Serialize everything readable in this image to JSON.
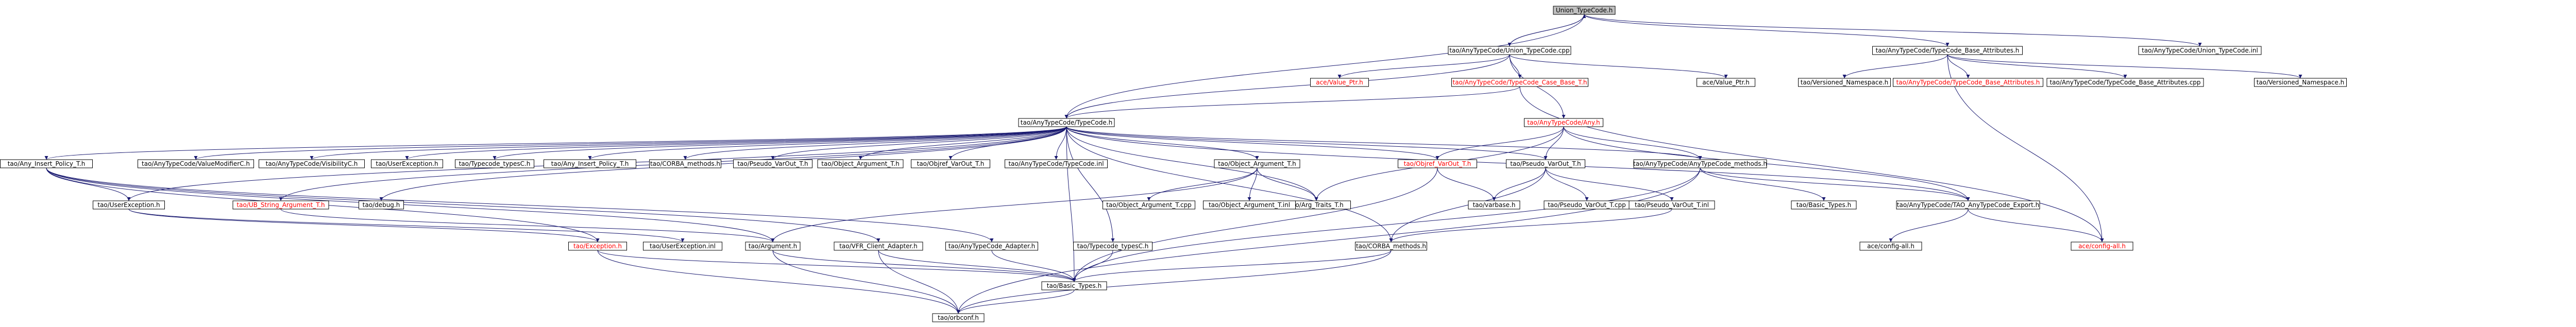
{
  "graph": {
    "edge_color": "#191970",
    "root_fill": "#bfbfbf",
    "missing_node_text_color": "#ff0000",
    "nodes": [
      {
        "id": "root",
        "label": "Union_TypeCode.h",
        "root": true
      },
      {
        "id": "utc_cpp",
        "label": "tao/AnyTypeCode/Union_TypeCode.cpp"
      },
      {
        "id": "base_attr_h",
        "label": "tao/AnyTypeCode/TypeCode_Base_Attributes.h"
      },
      {
        "id": "utc_inl",
        "label": "tao/AnyTypeCode/Union_TypeCode.inl"
      },
      {
        "id": "ace_valueptr_h",
        "label": "ace/Value_Ptr.h",
        "missing": true
      },
      {
        "id": "case_base_t_h",
        "label": "tao/AnyTypeCode/TypeCode_Case_Base_T.h",
        "missing": true
      },
      {
        "id": "ace_valueptr_h2",
        "label": "ace/Value_Ptr.h"
      },
      {
        "id": "vns_h1",
        "label": "tao/Versioned_Namespace.h"
      },
      {
        "id": "base_attr_h2",
        "label": "tao/AnyTypeCode/TypeCode_Base_Attributes.h",
        "missing": true
      },
      {
        "id": "base_attr_cpp",
        "label": "tao/AnyTypeCode/TypeCode_Base_Attributes.cpp"
      },
      {
        "id": "vns_h2",
        "label": "tao/Versioned_Namespace.h"
      },
      {
        "id": "typecode_h",
        "label": "tao/AnyTypeCode/TypeCode.h"
      },
      {
        "id": "any_h",
        "label": "tao/AnyTypeCode/Any.h",
        "missing": true
      },
      {
        "id": "any_insert_policy_h1",
        "label": "tao/Any_Insert_Policy_T.h"
      },
      {
        "id": "valuemodifierc_h",
        "label": "tao/AnyTypeCode/ValueModifierC.h"
      },
      {
        "id": "visibilityc_h",
        "label": "tao/AnyTypeCode/VisibilityC.h"
      },
      {
        "id": "userexc_h1",
        "label": "tao/UserException.h"
      },
      {
        "id": "typecode_typesc_h",
        "label": "tao/Typecode_typesC.h"
      },
      {
        "id": "any_insert_policy_h2",
        "label": "tao/Any_Insert_Policy_T.h"
      },
      {
        "id": "corba_methods_h1",
        "label": "tao/CORBA_methods.h"
      },
      {
        "id": "pseudo_varout_h1",
        "label": "tao/Pseudo_VarOut_T.h"
      },
      {
        "id": "object_argument_h",
        "label": "tao/Object_Argument_T.h"
      },
      {
        "id": "objref_varout_h1",
        "label": "tao/Objref_VarOut_T.h"
      },
      {
        "id": "typecode_inl",
        "label": "tao/AnyTypeCode/TypeCode.inl"
      },
      {
        "id": "object_argument_h2",
        "label": "tao/Object_Argument_T.h"
      },
      {
        "id": "objref_varout_h2",
        "label": "tao/Objref_VarOut_T.h",
        "missing": true
      },
      {
        "id": "pseudo_varout_h2",
        "label": "tao/Pseudo_VarOut_T.h"
      },
      {
        "id": "anytypecode_methods_h",
        "label": "tao/AnyTypeCode/AnyTypeCode_methods.h"
      },
      {
        "id": "userexc_h2",
        "label": "tao/UserException.h"
      },
      {
        "id": "ub_string_arg_h",
        "label": "tao/UB_String_Argument_T.h",
        "missing": true
      },
      {
        "id": "debug_h",
        "label": "tao/debug.h"
      },
      {
        "id": "arg_traits_h",
        "label": "tao/Arg_Traits_T.h"
      },
      {
        "id": "object_argument_cpp",
        "label": "tao/Object_Argument_T.cpp"
      },
      {
        "id": "object_argument_inl",
        "label": "tao/Object_Argument_T.inl"
      },
      {
        "id": "varbase_h",
        "label": "tao/varbase.h"
      },
      {
        "id": "pseudo_varout_cpp",
        "label": "tao/Pseudo_VarOut_T.cpp"
      },
      {
        "id": "pseudo_varout_inl",
        "label": "tao/Pseudo_VarOut_T.inl"
      },
      {
        "id": "basic_types_h1",
        "label": "tao/Basic_Types.h"
      },
      {
        "id": "tao_anytypecode_export_h",
        "label": "tao/AnyTypeCode/TAO_AnyTypeCode_Export.h"
      },
      {
        "id": "exception_h",
        "label": "tao/Exception.h",
        "missing": true
      },
      {
        "id": "userexc_inl",
        "label": "tao/UserException.inl"
      },
      {
        "id": "argument_h",
        "label": "tao/Argument.h"
      },
      {
        "id": "vfr_client_adapter_h",
        "label": "tao/VFR_Client_Adapter.h"
      },
      {
        "id": "anytypecode_adapter_h",
        "label": "tao/AnyTypeCode_Adapter.h"
      },
      {
        "id": "typecode_typesc_h2",
        "label": "tao/Typecode_typesC.h"
      },
      {
        "id": "corba_methods_h2",
        "label": "tao/CORBA_methods.h"
      },
      {
        "id": "ace_config_all_h",
        "label": "ace/config-all.h"
      },
      {
        "id": "ace_config_all_h2",
        "label": "ace/config-all.h",
        "missing": true
      },
      {
        "id": "basic_types_h2",
        "label": "tao/Basic_Types.h"
      },
      {
        "id": "orbconf_h",
        "label": "tao/orbconf.h"
      }
    ]
  }
}
